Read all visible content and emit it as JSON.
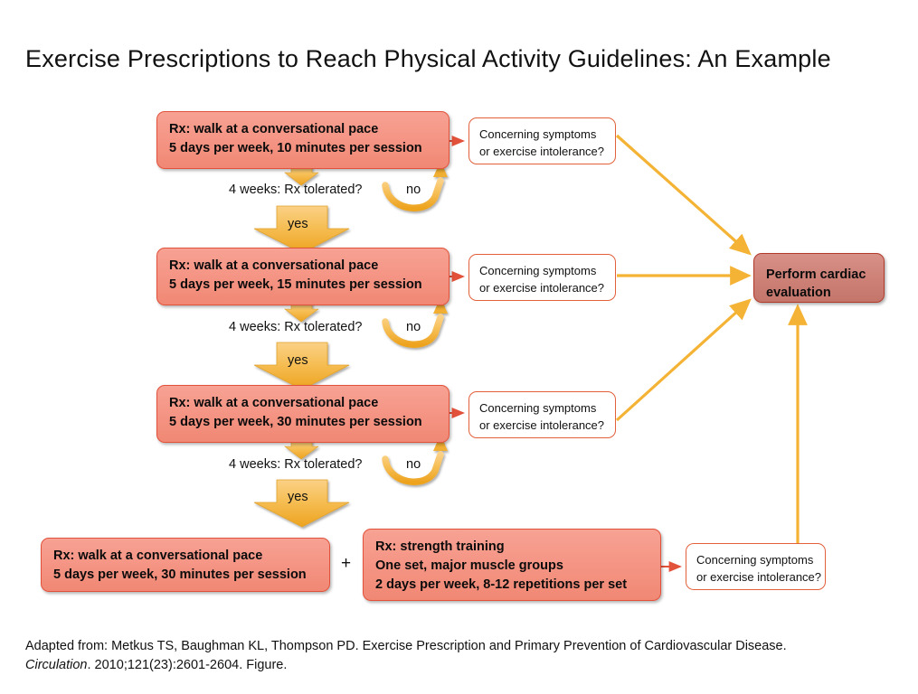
{
  "page": {
    "title": "Exercise Prescriptions to Reach Physical Activity Guidelines: An Example",
    "background": "#FFFFFF"
  },
  "colors": {
    "rx_box_fill_top": "#F7A294",
    "rx_box_fill_bottom": "#F08874",
    "rx_box_border": "#E2513A",
    "cardiac_box_fill": "#CD8076",
    "cardiac_box_border": "#B23A2B",
    "symptom_box_border": "#E2603A",
    "symptom_box_fill": "#FFFFFF",
    "arrow_gold": "#F5B335",
    "arrow_red": "#E2513A",
    "text": "#111111"
  },
  "steps": [
    {
      "id": "step-1",
      "rx_line1": "Rx: walk at a conversational pace",
      "rx_line2": "5 days per week, 10 minutes per session",
      "question": "4 weeks: Rx tolerated?",
      "yes_label": "yes",
      "no_label": "no",
      "symptom_line1": "Concerning symptoms",
      "symptom_line2": "or exercise intolerance?"
    },
    {
      "id": "step-2",
      "rx_line1": "Rx: walk at a conversational pace",
      "rx_line2": "5 days per week, 15 minutes per session",
      "question": "4 weeks: Rx tolerated?",
      "yes_label": "yes",
      "no_label": "no",
      "symptom_line1": "Concerning symptoms",
      "symptom_line2": "or exercise intolerance?"
    },
    {
      "id": "step-3",
      "rx_line1": "Rx: walk at a conversational pace",
      "rx_line2": "5 days per week, 30 minutes per session",
      "question": "4 weeks: Rx tolerated?",
      "yes_label": "yes",
      "no_label": "no",
      "symptom_line1": "Concerning symptoms",
      "symptom_line2": "or exercise intolerance?"
    }
  ],
  "final": {
    "walk_line1": "Rx: walk at a conversational pace",
    "walk_line2": "5 days per week, 30 minutes per session",
    "plus": "+",
    "strength_line1": "Rx: strength training",
    "strength_line2": "One set, major muscle groups",
    "strength_line3": "2 days per week, 8-12 repetitions per set",
    "symptom_line1": "Concerning symptoms",
    "symptom_line2": "or exercise intolerance?"
  },
  "cardiac": {
    "line1": "Perform cardiac",
    "line2": "evaluation"
  },
  "citation": {
    "part1": "Adapted from: Metkus TS, Baughman KL, Thompson PD. Exercise Prescription and Primary Prevention of Cardiovascular Disease. ",
    "journal": "Circulation",
    "part2": ". 2010;121(23):2601-2604. Figure."
  }
}
